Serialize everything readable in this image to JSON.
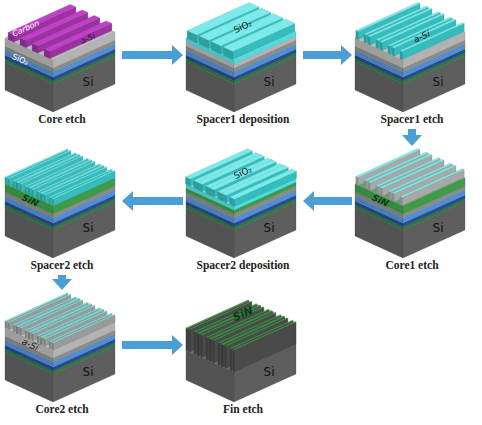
{
  "diagram": {
    "nodes": [
      {
        "text": [
          "Carbon",
          "a-Si",
          "SiO₂",
          "Si",
          "Core etch"
        ]
      },
      {
        "text": [
          "SiO₂",
          "Si",
          "Spacer1 deposition"
        ]
      },
      {
        "text": [
          "a-Si",
          "Si",
          "Spacer1 etch"
        ]
      },
      {
        "text": [
          "SiN",
          "Si",
          "Core1 etch"
        ]
      },
      {
        "text": [
          "SiO₂",
          "Si",
          "Spacer2 deposition"
        ]
      },
      {
        "text": [
          "SiN",
          "Si",
          "Spacer2 etch"
        ]
      },
      {
        "text": [
          "a-Si",
          "Si",
          "Core2 etch"
        ]
      },
      {
        "text": [
          "SiN",
          "Si",
          "Fin etch"
        ]
      }
    ],
    "edges": [
      {
        "from": 0,
        "to": 1,
        "arrow": "to"
      },
      {
        "from": 1,
        "to": 2,
        "arrow": "to"
      },
      {
        "from": 2,
        "to": 3,
        "arrow": "to"
      },
      {
        "from": 3,
        "to": 4,
        "arrow": "to"
      },
      {
        "from": 4,
        "to": 5,
        "arrow": "to"
      },
      {
        "from": 5,
        "to": 6,
        "arrow": "to"
      },
      {
        "from": 6,
        "to": 7,
        "arrow": "to"
      }
    ]
  }
}
